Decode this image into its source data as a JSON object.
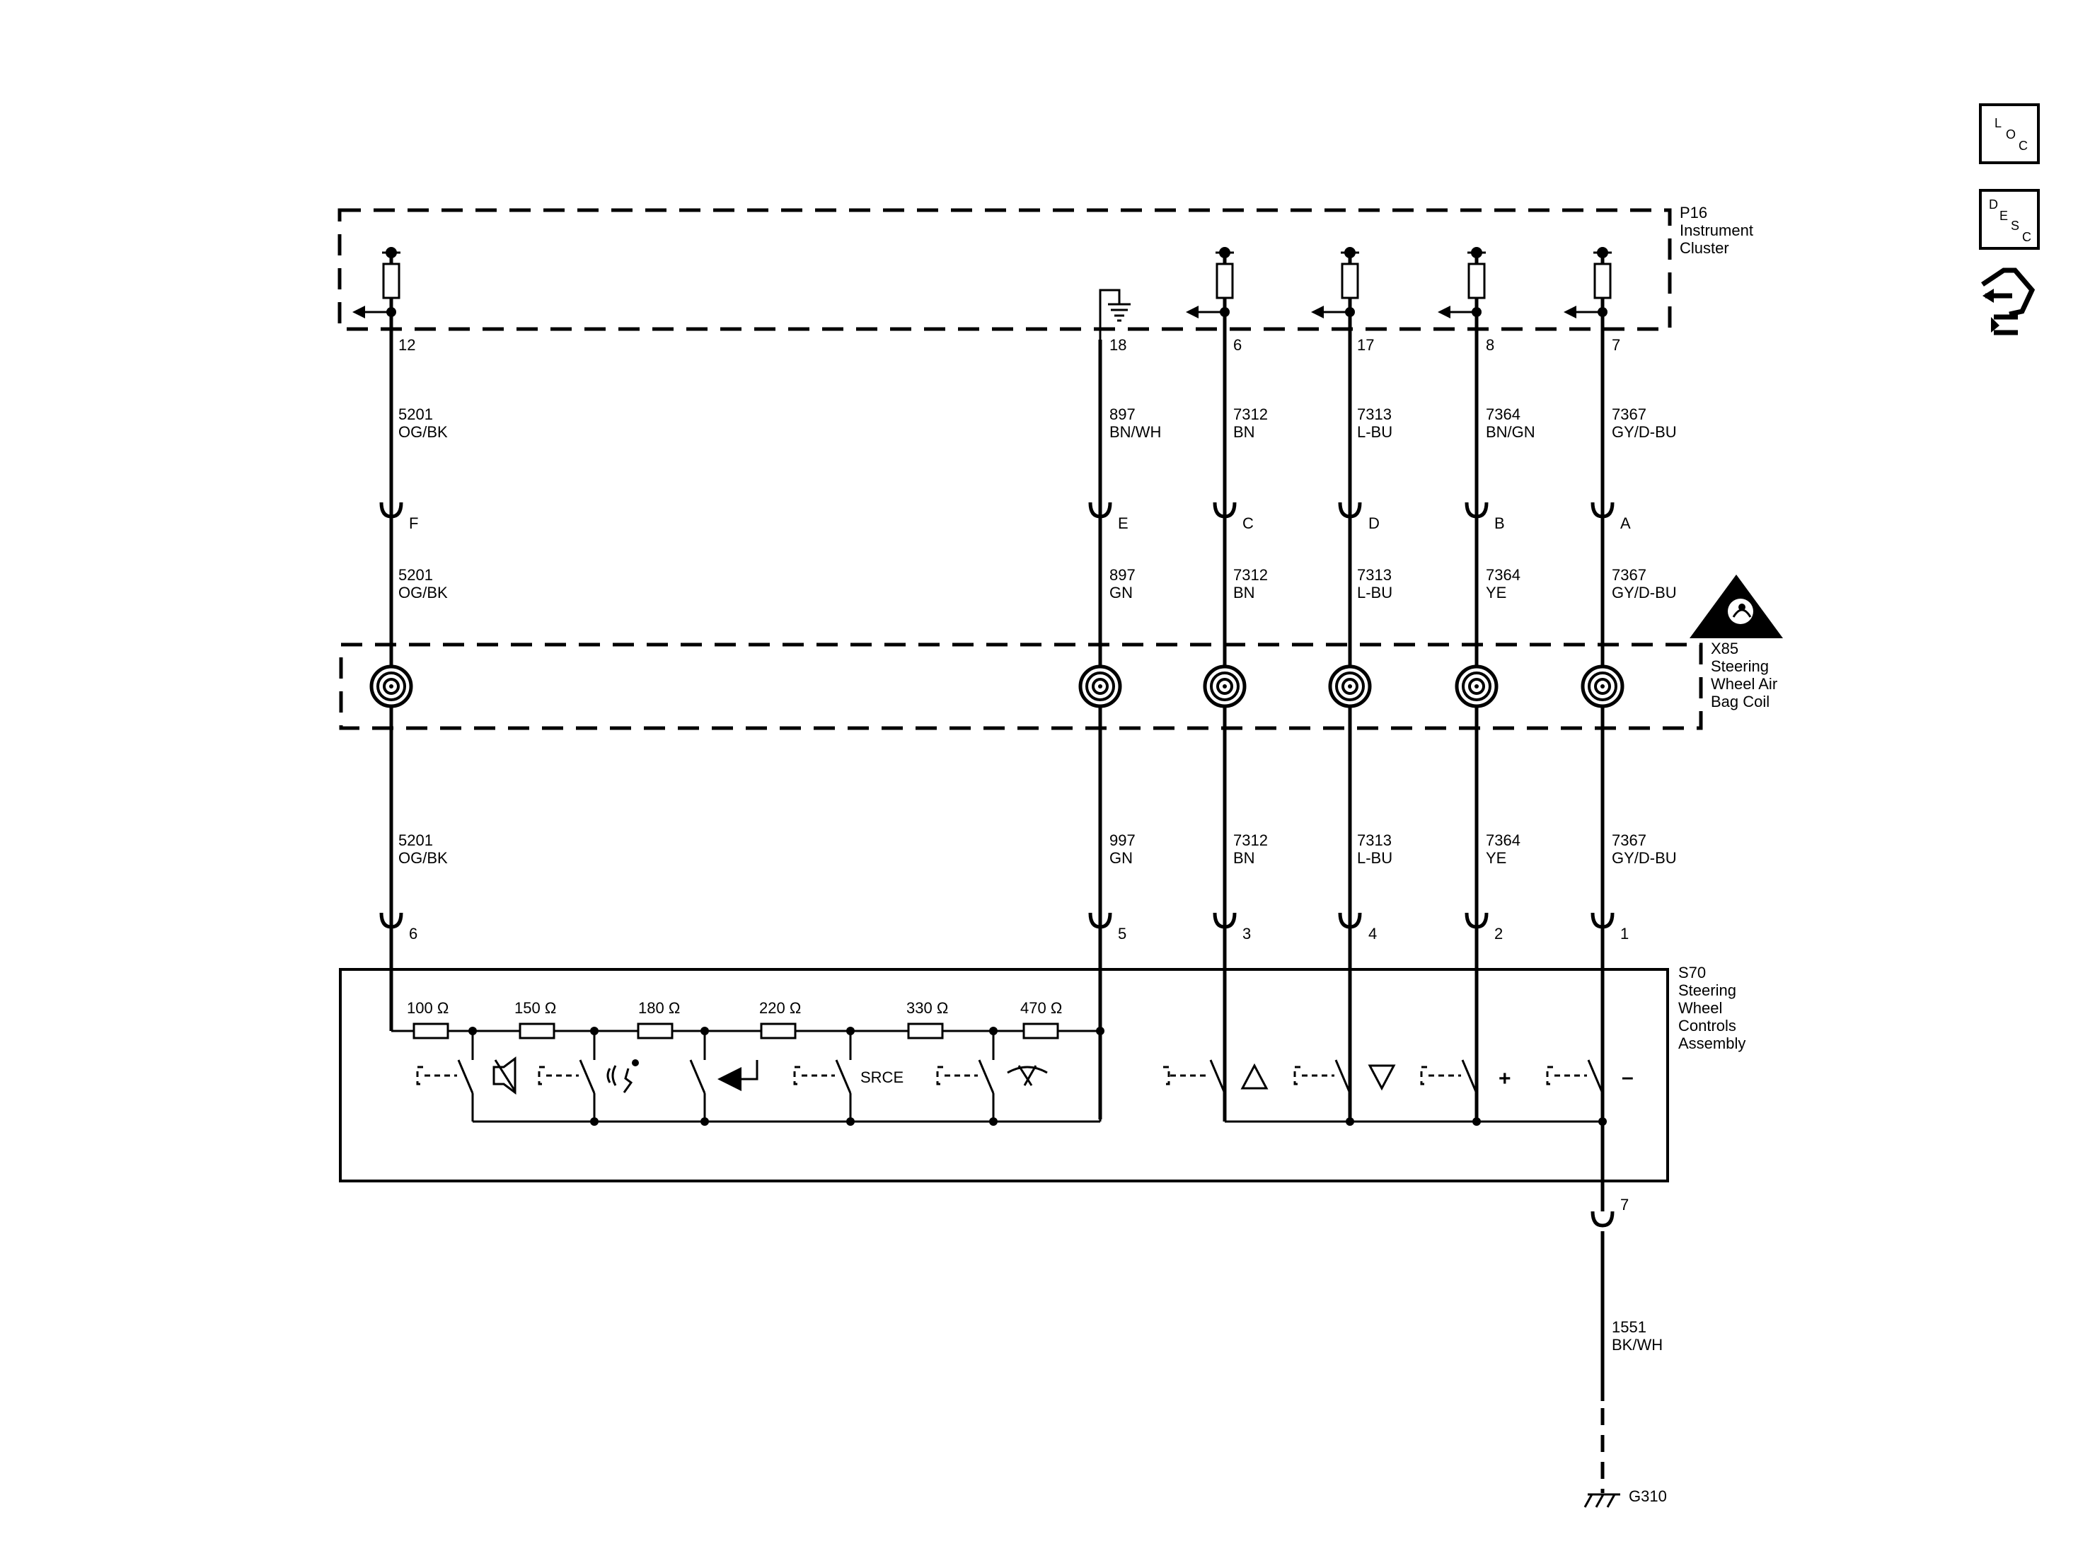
{
  "side_buttons": {
    "loc": [
      "L",
      "O",
      "C"
    ],
    "desc": [
      "D",
      "E",
      "S",
      "C"
    ]
  },
  "components": {
    "p16": [
      "P16",
      "Instrument",
      "Cluster"
    ],
    "x85": [
      "X85",
      "Steering",
      "Wheel Air",
      "Bag Coil"
    ],
    "s70": [
      "S70",
      "Steering",
      "Wheel",
      "Controls",
      "Assembly"
    ],
    "g310": "G310"
  },
  "circuits": [
    {
      "id": "12",
      "p16_pin": "12",
      "inline_pin": "F",
      "s70_pin": "6",
      "upper": [
        "5201",
        "OG/BK"
      ],
      "middle": [
        "5201",
        "OG/BK"
      ],
      "lower": [
        "5201",
        "OG/BK"
      ]
    },
    {
      "id": "18",
      "p16_pin": "18",
      "inline_pin": "E",
      "s70_pin": "5",
      "upper": [
        "897",
        "BN/WH"
      ],
      "middle": [
        "897",
        "GN"
      ],
      "lower": [
        "997",
        "GN"
      ]
    },
    {
      "id": "6",
      "p16_pin": "6",
      "inline_pin": "C",
      "s70_pin": "3",
      "upper": [
        "7312",
        "BN"
      ],
      "middle": [
        "7312",
        "BN"
      ],
      "lower": [
        "7312",
        "BN"
      ]
    },
    {
      "id": "17",
      "p16_pin": "17",
      "inline_pin": "D",
      "s70_pin": "4",
      "upper": [
        "7313",
        "L-BU"
      ],
      "middle": [
        "7313",
        "L-BU"
      ],
      "lower": [
        "7313",
        "L-BU"
      ]
    },
    {
      "id": "8",
      "p16_pin": "8",
      "inline_pin": "B",
      "s70_pin": "2",
      "upper": [
        "7364",
        "BN/GN"
      ],
      "middle": [
        "7364",
        "YE"
      ],
      "lower": [
        "7364",
        "YE"
      ]
    },
    {
      "id": "7",
      "p16_pin": "7",
      "inline_pin": "A",
      "s70_pin": "1",
      "upper": [
        "7367",
        "GY/D-BU"
      ],
      "middle": [
        "7367",
        "GY/D-BU"
      ],
      "lower": [
        "7367",
        "GY/D-BU"
      ]
    }
  ],
  "resistors": [
    "100 Ω",
    "150 Ω",
    "180 Ω",
    "220 Ω",
    "330 Ω",
    "470 Ω"
  ],
  "switch_labels": {
    "source": "SRCE",
    "plus": "+",
    "minus": "–"
  },
  "ground_circuit": {
    "pin": "7",
    "wire": [
      "1551",
      "BK/WH"
    ]
  }
}
